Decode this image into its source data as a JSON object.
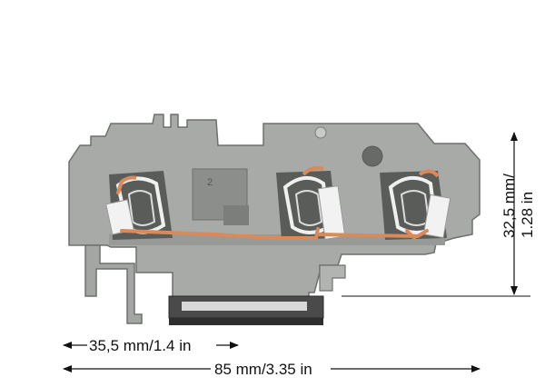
{
  "part": {
    "position_mark": "2",
    "colors": {
      "housing": "#a8aaa8",
      "housing_dark": "#6e706e",
      "housing_light": "#c4c6c4",
      "contact_bar": "#d98a5a",
      "clamp_spring": "#e8e8e8",
      "rail": "#3c3c3c",
      "dimension_line": "#111111"
    }
  },
  "dimensions": {
    "partial_width": "35,5 mm/1.4 in",
    "total_width": "85 mm/3.35 in",
    "height_line1": "32,5 mm/",
    "height_line2": "1.28 in"
  }
}
